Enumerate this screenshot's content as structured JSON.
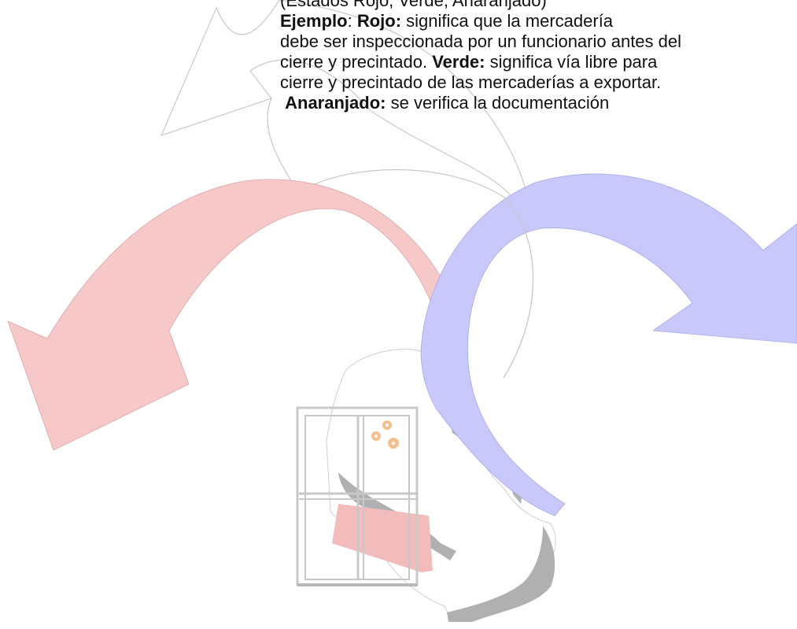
{
  "text": {
    "line1": "(Estados Rojo, Verde, Anaranjado)",
    "line2_bold_a": "Ejemplo",
    "line2_sep": ": ",
    "line2_bold_b": "Rojo:",
    "line2_rest": " significa que la mercadería",
    "line3": "debe ser inspeccionada por un funcionario antes del",
    "line4_a": "cierre y precintado. ",
    "line4_bold": "Verde:",
    "line4_rest": " significa vía libre para",
    "line5": "cierre y precintado de las mercaderías a exportar.",
    "line6_bold": "Anaranjado:",
    "line6_rest": " se verifica la documentación"
  },
  "colors": {
    "red_arrow": "#f7c8c8",
    "blue_arrow": "#c8c8fa",
    "outline": "#c9c9c9",
    "shadow": "#b0b0b0",
    "window_frame": "#c8c8c8",
    "flowers": "#f6c08e",
    "red_panel": "#f2bcbc"
  },
  "icons": [
    "curved-arrow-outline-icon",
    "red-curved-arrow-icon",
    "blue-curved-arrow-icon",
    "document-scroll-icon",
    "window-icon",
    "flower-icon"
  ]
}
